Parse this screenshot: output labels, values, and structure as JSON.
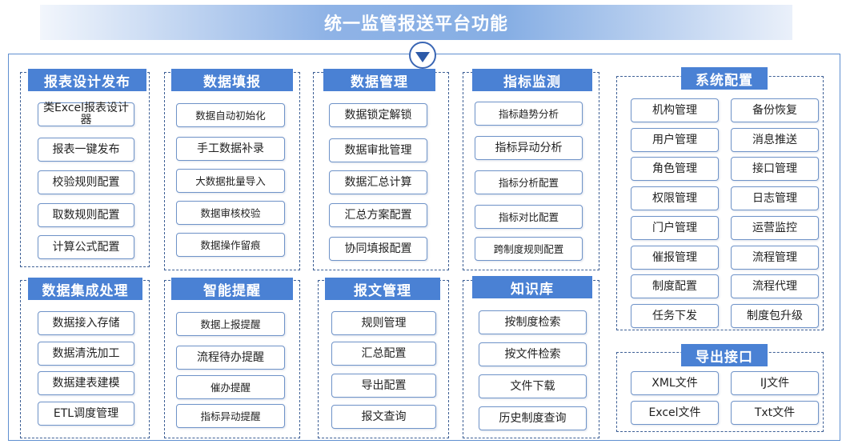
{
  "title": "统一监管报送平台功能",
  "groups": {
    "g1": {
      "title": "报表设计发布",
      "items": [
        "类Excel报表设计器",
        "报表一键发布",
        "校验规则配置",
        "取数规则配置",
        "计算公式配置"
      ]
    },
    "g2": {
      "title": "数据填报",
      "items": [
        "数据自动初始化",
        "手工数据补录",
        "大数据批量导入",
        "数据审核校验",
        "数据操作留痕"
      ]
    },
    "g3": {
      "title": "数据管理",
      "items": [
        "数据锁定解锁",
        "数据审批管理",
        "数据汇总计算",
        "汇总方案配置",
        "协同填报配置"
      ]
    },
    "g4": {
      "title": "指标监测",
      "items": [
        "指标趋势分析",
        "指标异动分析",
        "指标分析配置",
        "指标对比配置",
        "跨制度规则配置"
      ]
    },
    "g5": {
      "title": "系统配置",
      "items": [
        "机构管理",
        "备份恢复",
        "用户管理",
        "消息推送",
        "角色管理",
        "接口管理",
        "权限管理",
        "日志管理",
        "门户管理",
        "运营监控",
        "催报管理",
        "流程管理",
        "制度配置",
        "流程代理",
        "任务下发",
        "制度包升级"
      ]
    },
    "g6": {
      "title": "数据集成处理",
      "items": [
        "数据接入存储",
        "数据清洗加工",
        "数据建表建模",
        "ETL调度管理"
      ]
    },
    "g7": {
      "title": "智能提醒",
      "items": [
        "数据上报提醒",
        "流程待办提醒",
        "催办提醒",
        "指标异动提醒"
      ]
    },
    "g8": {
      "title": "报文管理",
      "items": [
        "规则管理",
        "汇总配置",
        "导出配置",
        "报文查询"
      ]
    },
    "g9": {
      "title": "知识库",
      "items": [
        "按制度检索",
        "按文件检索",
        "文件下载",
        "历史制度查询"
      ]
    },
    "g10": {
      "title": "导出接口",
      "items": [
        "XML文件",
        "IJ文件",
        "Excel文件",
        "Txt文件"
      ]
    }
  },
  "icons": {
    "expand": "chevron-down-icon"
  },
  "colors": {
    "accent": "#4a81d4",
    "border": "#6f93c8",
    "dash": "#3d5f95"
  }
}
